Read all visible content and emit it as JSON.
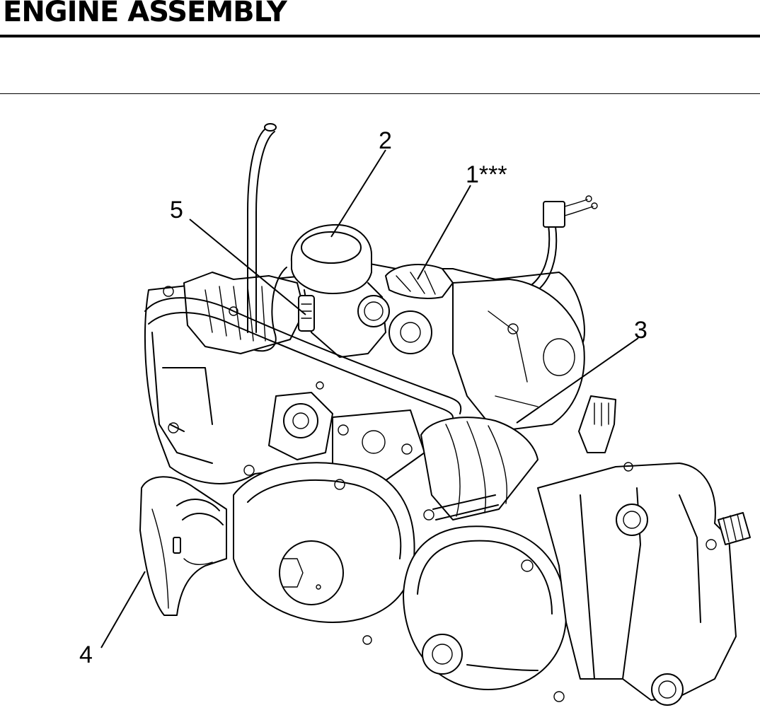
{
  "header": {
    "title": "ENGINE ASSEMBLY"
  },
  "figure": {
    "callouts": [
      {
        "id": "1",
        "label": "1***"
      },
      {
        "id": "2",
        "label": "2"
      },
      {
        "id": "3",
        "label": "3"
      },
      {
        "id": "4",
        "label": "4"
      },
      {
        "id": "5",
        "label": "5"
      }
    ]
  }
}
